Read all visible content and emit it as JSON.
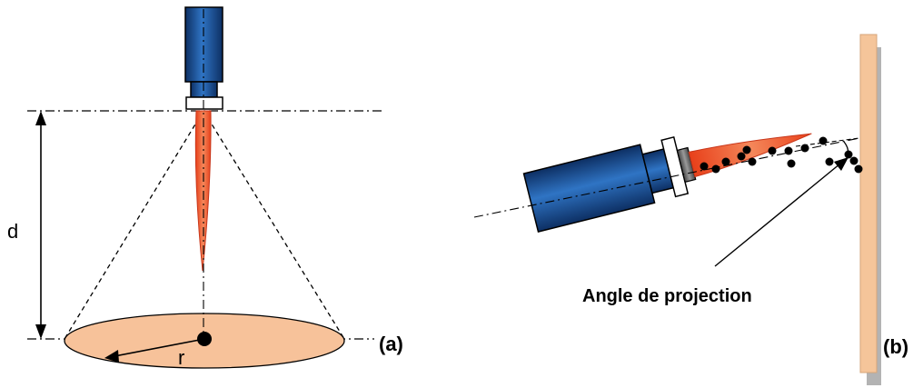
{
  "labels": {
    "distance": "d",
    "radius": "r",
    "panel_a": "(a)",
    "panel_b": "(b)",
    "angle": "Angle de projection"
  },
  "colors": {
    "torch_blue": "#1f5fa8",
    "torch_dark": "#0d2f63",
    "flame_orange": "#e8401a",
    "flame_light": "#f08a4a",
    "spray_disc": "#f7c29a",
    "substrate": "#f5c59a",
    "substrate_shadow": "#b3b3b3",
    "line": "#000000"
  }
}
